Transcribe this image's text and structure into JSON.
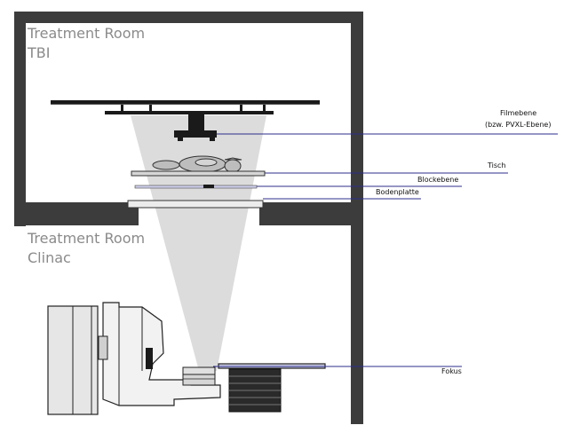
{
  "rooms": {
    "upper": {
      "line1": "Treatment Room",
      "line2": "TBI"
    },
    "lower": {
      "line1": "Treatment Room",
      "line2": "Clinac"
    }
  },
  "labels": {
    "filmebene": "Filmebene",
    "filmebene_sub": "(bzw. PVXL-Ebene)",
    "tisch": "Tisch",
    "blockebene": "Blockebene",
    "bodenplatte": "Bodenplatte",
    "fokus": "Fokus"
  },
  "colors": {
    "wall": "#3c3c3c",
    "beam": "#d9d9d9",
    "leader": "#2d2d8c",
    "equipment_dark": "#1a1a1a",
    "equipment_light": "#e6e6e6"
  }
}
